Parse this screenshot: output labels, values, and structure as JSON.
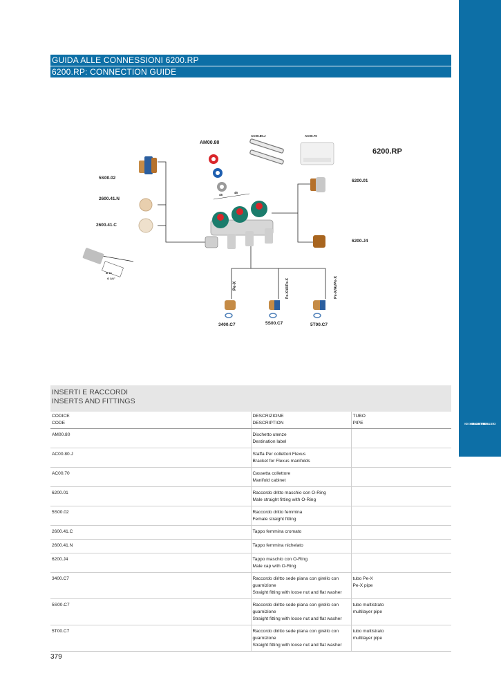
{
  "side_tab": {
    "label_line1": "COLLETTORI DI",
    "label_line2": "DISTRIBUZIONE"
  },
  "title": {
    "it": "GUIDA ALLE CONNESSIONI 6200.RP",
    "en": "6200.RP: CONNECTION GUIDE"
  },
  "diagram": {
    "product": "6200.RP",
    "labels": {
      "am": "AM00.80",
      "ac80j": "AC00.80.J",
      "ac70": "AC00.70",
      "p5s": "5S00.02",
      "p41n": "2600.41.N",
      "p41c": "2600.41.C",
      "p01": "6200.01",
      "pj4": "6200.J4",
      "pipe1": "Pe-X",
      "pipe2": "Pe-X/Al/Pe-X",
      "pipe3": "Pe-X/Al/Pe-X",
      "f1": "3400.C7",
      "f2": "5S00.C7",
      "f3": "5T00.C7",
      "dim1": "45",
      "dim2": "45"
    }
  },
  "section": {
    "title_it": "INSERTI E RACCORDI",
    "title_en": "INSERTS AND FITTINGS"
  },
  "table": {
    "headers": {
      "code_it": "CODICE",
      "code_en": "CODE",
      "desc_it": "DESCRIZIONE",
      "desc_en": "DESCRIPTION",
      "pipe_it": "TUBO",
      "pipe_en": "PIPE"
    },
    "rows": [
      {
        "code": "AM00.80",
        "desc1": "Dischetto utenze",
        "desc2": "Destination label",
        "desc3": "",
        "pipe1": "",
        "pipe2": ""
      },
      {
        "code": "AC00.80.J",
        "desc1": "Staffa Per collettori Flexus",
        "desc2": "Bracket for Flexus manifolds",
        "desc3": "",
        "pipe1": "",
        "pipe2": ""
      },
      {
        "code": "AC00.70",
        "desc1": "Cassetta collettore",
        "desc2": "Manifold cabinet",
        "desc3": "",
        "pipe1": "",
        "pipe2": ""
      },
      {
        "code": "6200.01",
        "desc1": "Raccordo dritto maschio con O-Ring",
        "desc2": "Male straight fitting with O-Ring",
        "desc3": "",
        "pipe1": "",
        "pipe2": ""
      },
      {
        "code": "5S00.02",
        "desc1": "Raccordo dritto femmina",
        "desc2": "Female straight fitting",
        "desc3": "",
        "pipe1": "",
        "pipe2": ""
      },
      {
        "code": "2600.41.C",
        "desc1": "Tappo femmina cromato",
        "desc2": "",
        "desc3": "",
        "pipe1": "",
        "pipe2": ""
      },
      {
        "code": "2600.41.N",
        "desc1": "Tappo femmina nichelato",
        "desc2": "",
        "desc3": "",
        "pipe1": "",
        "pipe2": ""
      },
      {
        "code": "6200.J4",
        "desc1": "Tappo maschio con O-Ring",
        "desc2": "Male cap with O-Ring",
        "desc3": "",
        "pipe1": "",
        "pipe2": ""
      },
      {
        "code": "3400.C7",
        "desc1": "Raccordo diritto sede piana con girello con",
        "desc2": "guarnizione",
        "desc3": "Straight fitting with loose nut and flat washer",
        "pipe1": "tubo Pe-X",
        "pipe2": "Pe-X pipe"
      },
      {
        "code": "5S00.C7",
        "desc1": "Raccordo diritto sede piana con girello con",
        "desc2": "guarnizione",
        "desc3": "Straight fitting with loose nut and flat washer",
        "pipe1": "tubo multistrato",
        "pipe2": "multilayer pipe"
      },
      {
        "code": "5T00.C7",
        "desc1": "Raccordo diritto sede piana con girello con",
        "desc2": "guarnizione",
        "desc3": "Straight fitting with loose nut and flat washer",
        "pipe1": "tubo multistrato",
        "pipe2": "multilayer pipe"
      }
    ]
  },
  "page_number": "379",
  "colors": {
    "accent": "#0d6fa6",
    "section_bg": "#e6e6e6"
  }
}
